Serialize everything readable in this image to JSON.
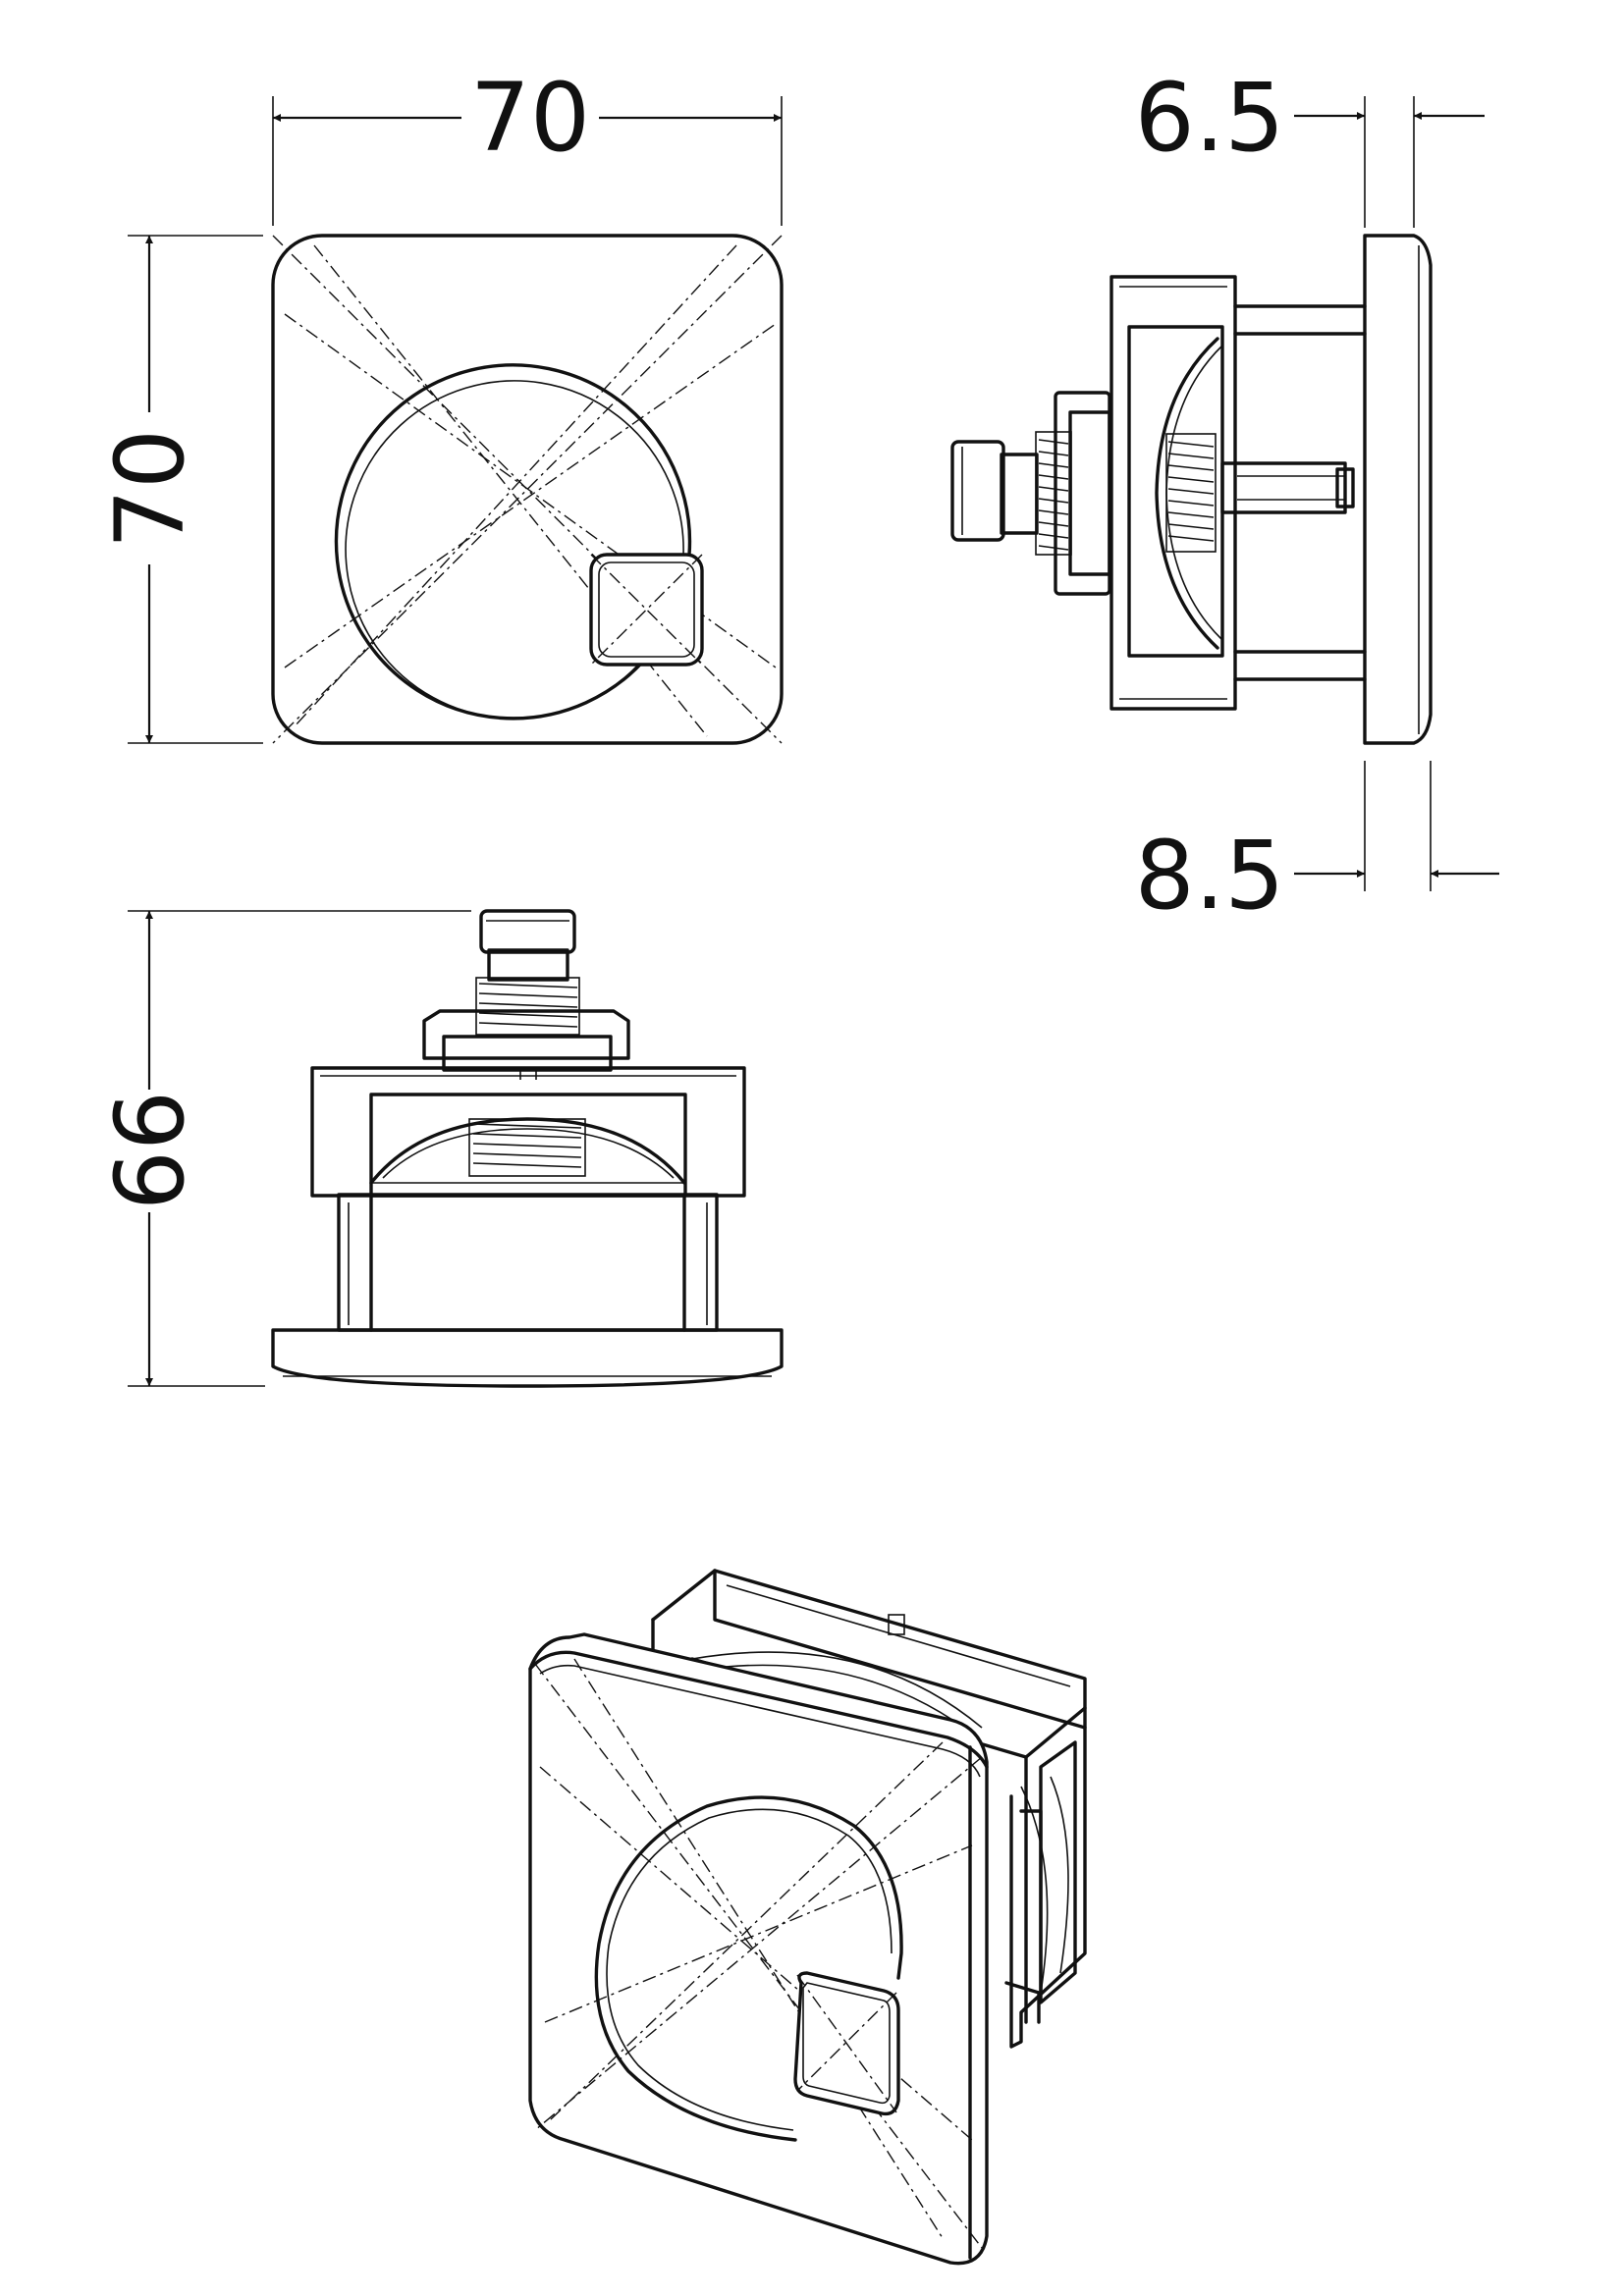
{
  "dimensions": {
    "front_width": "70",
    "front_height": "70",
    "side_top_offset": "6.5",
    "side_bottom_offset": "8.5",
    "bottom_view_height": "66"
  }
}
